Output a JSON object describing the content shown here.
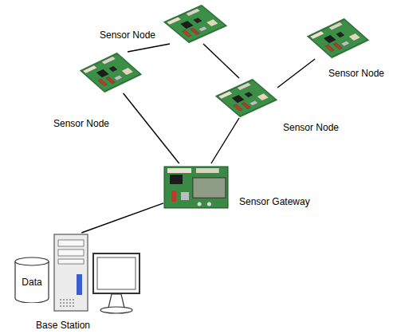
{
  "diagram": {
    "nodes": [
      {
        "text": [
          "Sensor Node"
        ]
      },
      {
        "text": [
          "Sensor Node"
        ]
      },
      {
        "text": [
          "Sensor Node"
        ]
      },
      {
        "text": [
          "Sensor Node"
        ]
      },
      {
        "text": [
          "Sensor Gateway"
        ]
      },
      {
        "text": [
          "Base Station"
        ]
      },
      {
        "text": [
          "Data"
        ]
      }
    ],
    "edges": [
      {
        "from": 0,
        "to": 2,
        "arrow": "none"
      },
      {
        "from": 0,
        "to": 3,
        "arrow": "none"
      },
      {
        "from": 1,
        "to": 3,
        "arrow": "none"
      },
      {
        "from": 2,
        "to": 4,
        "arrow": "none"
      },
      {
        "from": 3,
        "to": 4,
        "arrow": "none"
      },
      {
        "from": 4,
        "to": 5,
        "arrow": "none"
      }
    ]
  }
}
